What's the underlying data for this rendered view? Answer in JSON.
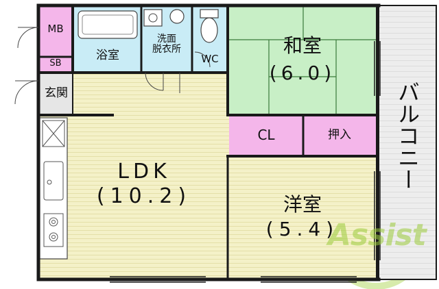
{
  "rooms": {
    "mb": "MB",
    "sb": "SB",
    "genkan": "玄関",
    "bath": "浴室",
    "washroom": "洗面\n脱衣所",
    "wc": "WC",
    "washitsu": {
      "name": "和室",
      "size": "(6.0)"
    },
    "ldk": {
      "name": "LDK",
      "size": "(10.2)"
    },
    "cl": "CL",
    "oshiire": "押入",
    "yoshitsu": {
      "name": "洋室",
      "size": "(5.4)"
    },
    "balcony": "バルコニー"
  },
  "watermark": "Assist",
  "colors": {
    "wall": "#1a1a1a",
    "ldk_floor": "#f4f1c8",
    "wet_area": "#c9ecf6",
    "tatami": "#c8efc6",
    "storage": "#f4b6ea",
    "balcony": "#ededed",
    "watermark": "#9ccc3c"
  }
}
